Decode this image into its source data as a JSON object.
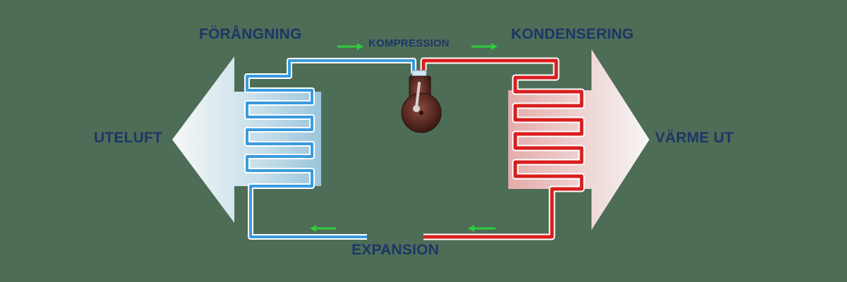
{
  "labels": {
    "evaporation": "FÖRÅNGNING",
    "compression": "KOMPRESSION",
    "condensation": "KONDENSERING",
    "outdoor_air": "UTELUFT",
    "heat_out": "VÄRME UT",
    "expansion": "EXPANSION"
  },
  "colors": {
    "background": "#4d6d57",
    "label_text": "#1e3566",
    "cold_pipe": "#3a9be0",
    "hot_pipe": "#d81e1e",
    "flow_arrow": "#2ecc3a",
    "compressor_body": "#5a2b22"
  }
}
